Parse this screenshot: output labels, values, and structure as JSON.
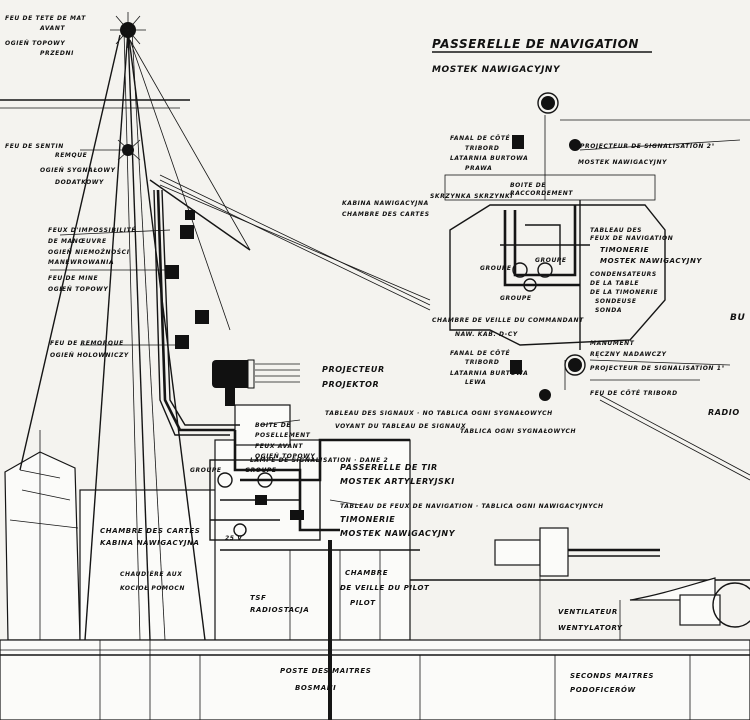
{
  "title": {
    "line1": "PASSERELLE DE NAVIGATION",
    "line2": "MOSTEK NAWIGACYJNY"
  },
  "mast_labels": [
    {
      "id": "fore-top",
      "lines": [
        "FEU DE TETE DE MAT",
        "AVANT",
        "OGIEŃ TOPOWY",
        "PRZEDNI"
      ]
    },
    {
      "id": "fore-lights",
      "lines": [
        "FEU DE SENTIN",
        "REMQUE",
        "OGIEŃ SYGNAŁOWY",
        "DODATKOWY"
      ]
    },
    {
      "id": "not-under-command",
      "lines": [
        "FEUX D'IMPOSSIBILITÉ",
        "DE MANŒUVRE",
        "OGIEŃ NIEMOŻNOŚCI",
        "MANEWROWANIA"
      ]
    },
    {
      "id": "mine-lights",
      "lines": [
        "FEU DE MINE",
        "OGIEŃ TOPOWY"
      ]
    },
    {
      "id": "towing",
      "lines": [
        "FEU DE REMORQUE",
        "OGIEŃ HOLOWNICZY"
      ]
    }
  ],
  "main_labels": {
    "projector": [
      "PROJECTEUR",
      "PROJEKTOR"
    ],
    "artillery_bridge": [
      "PASSERELLE DE TIR",
      "MOSTEK ARTYLERYJSKI"
    ],
    "nav_chart_table": "TABLEAU DE FEUX DE NAVIGATION · TABLICA OGNI NAWIGACYJNYCH",
    "signal_panel": "TABLEAU DES SIGNAUX · NO TABLICA OGNI SYGNAŁOWYCH",
    "signal_voyants": "VOYANT DU TABLEAU DE SIGNAUX",
    "signal_panel_pl": "TABLICA OGNI SYGNAŁOWYCH",
    "wheelhouse": [
      "TIMONERIE",
      "MOSTEK NAWIGACYJNY"
    ],
    "chart_room": [
      "CHAMBRE DES CARTES",
      "KABINA NAWIGACYJNA"
    ],
    "boiler_casing": [
      "CHAUDIÈRE AUX",
      "KOCIOŁ POMOCN"
    ],
    "radio": [
      "TSF",
      "RADIOSTACJA"
    ],
    "pilot_room": [
      "CHAMBRE",
      "DE VEILLE DU PILOT",
      "PILOT"
    ],
    "ventilator": [
      "VENTILATEUR",
      "WENTYLATORY"
    ],
    "petty_officers": [
      "POSTE DES MAITRES",
      "BOSMANI"
    ],
    "second_masters": [
      "SECONDS MAITRES",
      "PODOFICERÓW"
    ],
    "mast_cables": [
      "BOITE DE",
      "POSELLEMENT",
      "FEUX AVANT",
      "OGIEŃ TOPOWY"
    ],
    "group_a": "GROUPE",
    "group_b": "GROUPE",
    "lamp_note": "LAMPE DE SIGNALISATION · DANE 2",
    "voltage": "25 V"
  },
  "plan_labels": {
    "port_lamp": [
      "FANAL DE CÔTÉ",
      "TRIBORD",
      "LATARNIA BURTOWA",
      "PRAWA"
    ],
    "signal_lamp_top": "PROJECTEUR DE SIGNALISATION 2°",
    "masthead_cable": "MOSTEK NAWIGACYJNY",
    "wind_speed": "SKRZYNKA SKRZYNKI",
    "chart_cabin": [
      "KABINA NAWIGACYJNA",
      "CHAMBRE DES CARTES"
    ],
    "junction": [
      "BOITE DE",
      "RACCORDEMENT"
    ],
    "converter": [
      "TABLEAU DES",
      "FEUX DE NAVIGATION"
    ],
    "timonerie": [
      "TIMONERIE",
      "MOSTEK NAWIGACYJNY"
    ],
    "contactors": [
      "CONDENSATEURS",
      "DE LA TABLE",
      "DE LA TIMONERIE"
    ],
    "groups": [
      "GROUPE",
      "GROUPE",
      "GROUPE"
    ],
    "signal_lamp_bottom": "PROJECTEUR DE SIGNALISATION 1°",
    "starboard_lamp": [
      "FANAL DE CÔTÉ",
      "TRIBORD",
      "LATARNIA BURTOWA",
      "LEWA"
    ],
    "pilot_cabin": [
      "CHAMBRE DE VEILLE DU COMMANDANT",
      "NAW. KAB. D-CY"
    ],
    "sounding": [
      "SONDEUSE",
      "SONDA"
    ],
    "manual_mount": "MANUMENT",
    "handheld": "RĘCZNY NADAWCZY",
    "fanal_bottom": "FEU DE CÔTÉ TRIBORD"
  },
  "edge_labels": [
    "BU",
    "RADIO"
  ]
}
